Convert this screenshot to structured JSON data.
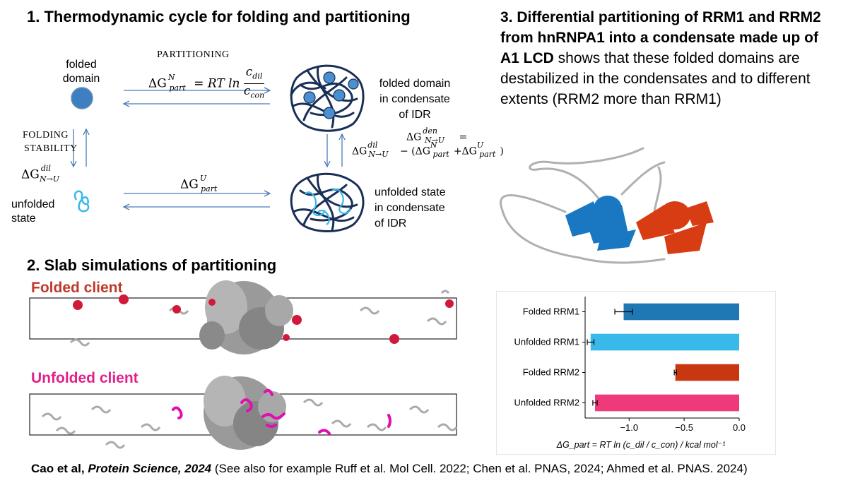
{
  "panel1": {
    "title": "1. Thermodynamic cycle for folding and partitioning",
    "folded_domain": "folded\ndomain",
    "partitioning": "PARTITIONING",
    "eq_partN_left": "ΔG",
    "eq_partN_rhs": "= RT ln",
    "folded_in_condensate": "folded domain\nin condensate\nof IDR",
    "folding": "FOLDING",
    "stability": "STABILITY",
    "eq_den_top": "ΔG",
    "eq_den_mid": "=",
    "eq_den_body": "ΔG",
    "unfolded_state": "unfolded\nstate",
    "eq_partU": "ΔG",
    "unfolded_in_condensate": "unfolded state\nin condensate\nof IDR",
    "sub_N_to_U_dil": "dil",
    "sub_N_to_U": "N→U",
    "sup_N": "N",
    "sub_part": "part",
    "sup_U": "U",
    "sup_den": "den",
    "frac_num": "c",
    "frac_num_sub": "dil",
    "frac_den": "c",
    "frac_den_sub": "con",
    "minus": "− (",
    "plus": "+",
    "close": ")"
  },
  "panel2": {
    "title": "2. Slab simulations of partitioning",
    "folded_client": "Folded client",
    "unfolded_client": "Unfolded client",
    "folded_client_color": "#c0392b",
    "unfolded_client_color": "#e0218a"
  },
  "panel3": {
    "title_bold": "3. Differential partitioning of RRM1 and RRM2 from hnRNPA1 into a condensate made up of A1 LCD",
    "title_rest": " shows that these folded domains are destabilized in the condensates and to different extents (RRM2 more than RRM1)",
    "rrm1_color": "#1a78c2",
    "rrm2_color": "#d83c12"
  },
  "chart_data": {
    "type": "bar",
    "orientation": "horizontal",
    "categories": [
      "Folded RRM1",
      "Unfolded RRM1",
      "Folded RRM2",
      "Unfolded RRM2"
    ],
    "values": [
      -1.05,
      -1.35,
      -0.58,
      -1.31
    ],
    "errors": [
      0.08,
      0.03,
      0.01,
      0.02
    ],
    "colors": [
      "#1f77b4",
      "#39b8ea",
      "#c8370f",
      "#ee3a7a"
    ],
    "xlim": [
      -1.4,
      0.0
    ],
    "xticks": [
      -1.0,
      -0.5,
      0.0
    ],
    "xtick_labels": [
      "−1.0",
      "−0.5",
      "0.0"
    ],
    "xlabel": "ΔG_part = RT ln (c_dil / c_con)  /  kcal mol⁻¹"
  },
  "citation": {
    "authors": "Cao et al, ",
    "journal": "Protein Science, 2024",
    "rest": "  (See also for example Ruff et al. Mol Cell. 2022; Chen et al. PNAS, 2024; Ahmed et al. PNAS. 2024)"
  }
}
